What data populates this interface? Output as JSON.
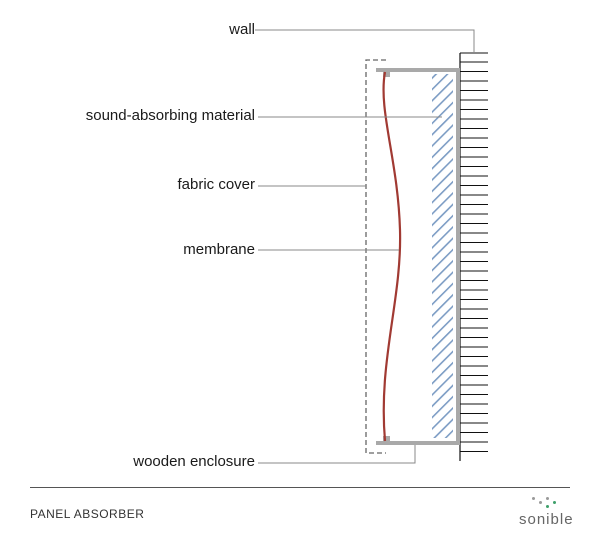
{
  "labels": {
    "wall": "wall",
    "sound_absorbing_material": "sound-absorbing material",
    "fabric_cover": "fabric cover",
    "membrane": "membrane",
    "wooden_enclosure": "wooden enclosure"
  },
  "footer": {
    "title": "PANEL ABSORBER",
    "logo": "sonible"
  },
  "colors": {
    "membrane": "#a13a33",
    "absorber_hatch": "#7c9cc4",
    "enclosure": "#a9a9a9",
    "logo_dot_green": "#3da06a",
    "logo_dot_gray": "#9a9a9a"
  }
}
